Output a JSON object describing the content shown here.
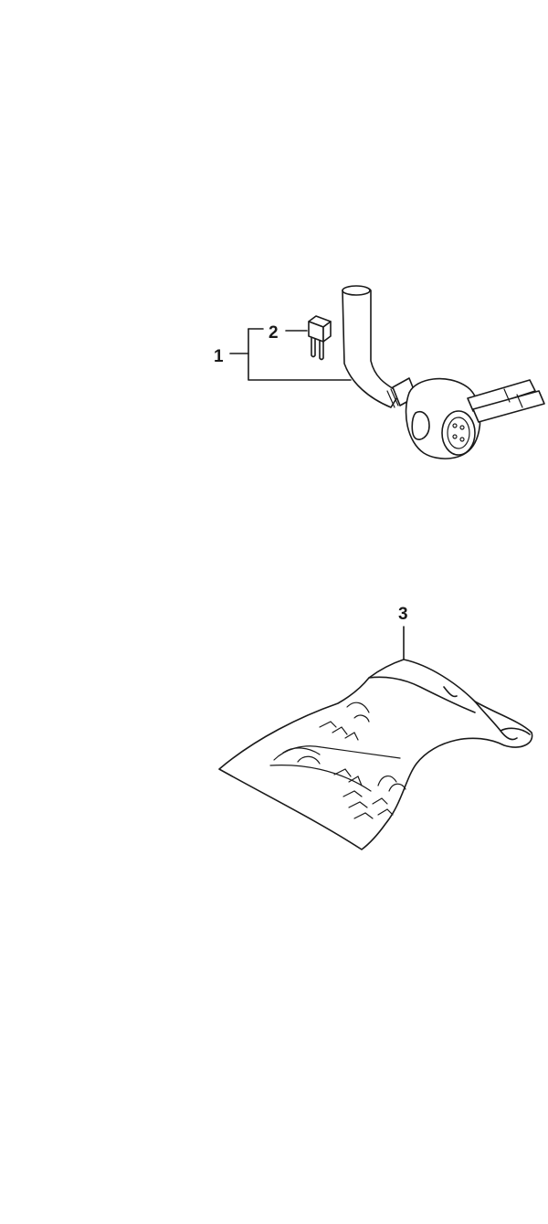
{
  "callouts": {
    "part_1": "1",
    "part_2": "2",
    "part_3": "3"
  },
  "colors": {
    "line": "#1a1a1a",
    "background": "#ffffff"
  }
}
